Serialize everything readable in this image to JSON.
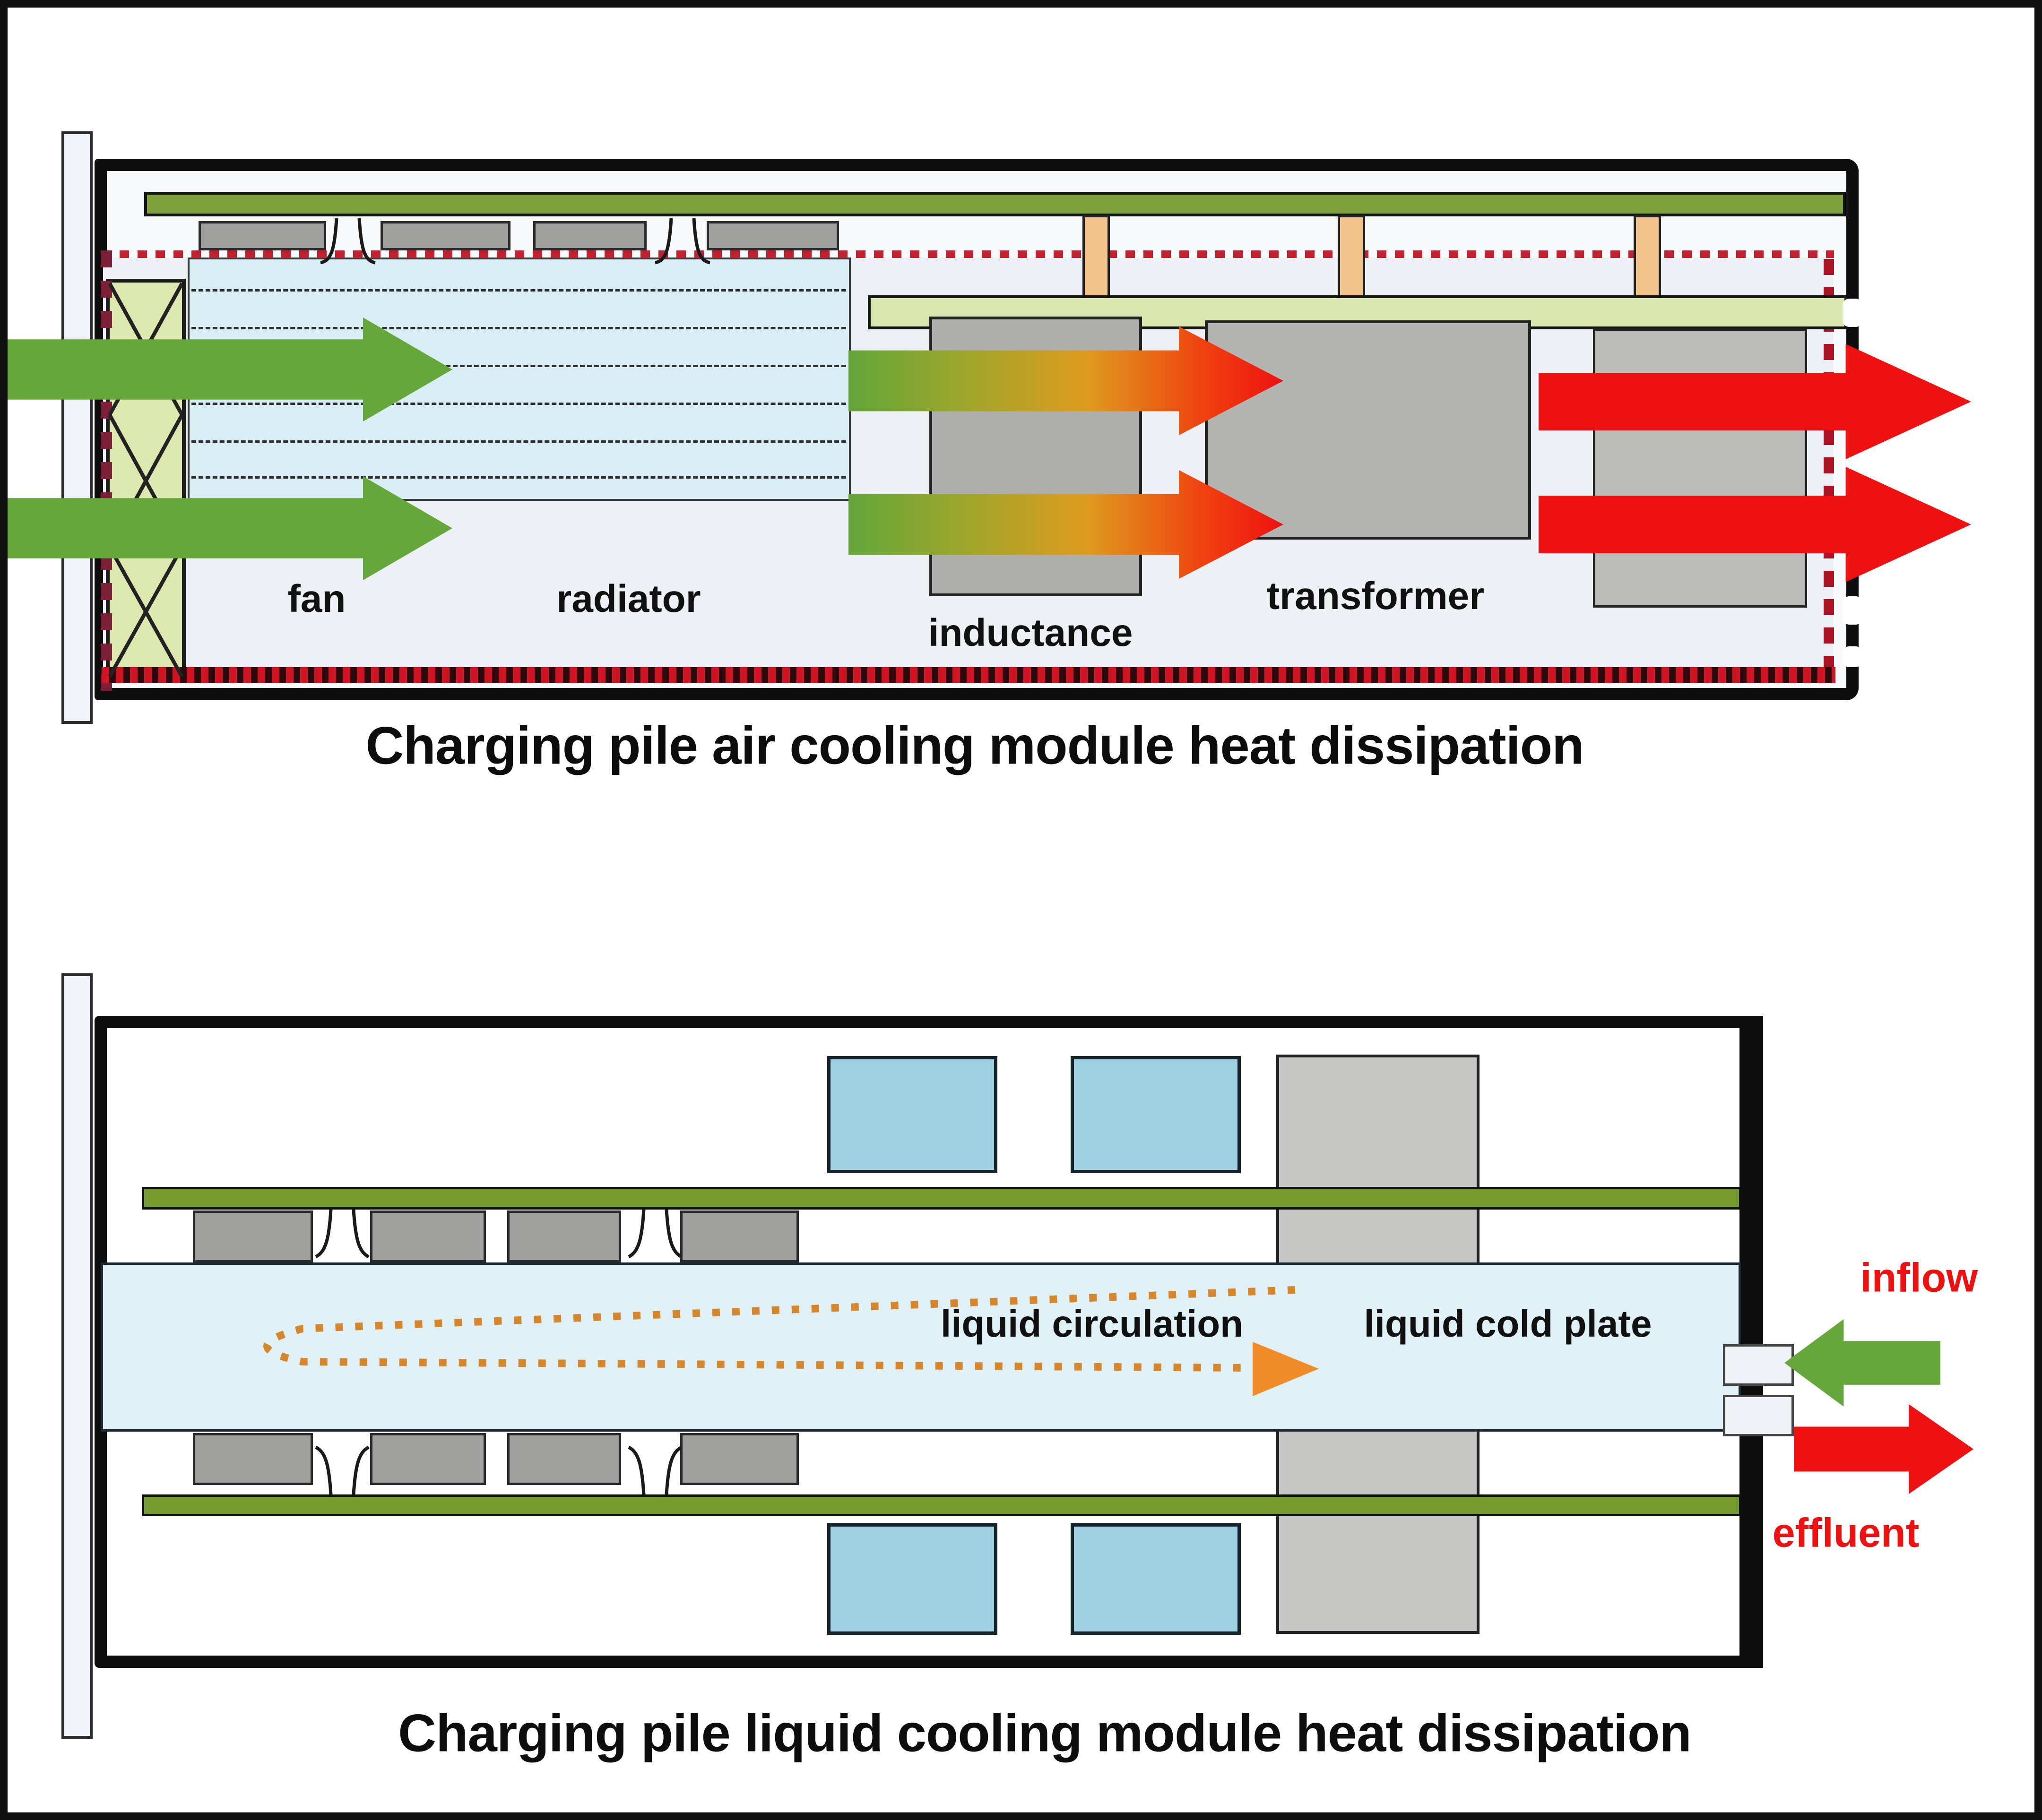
{
  "top_panel": {
    "title": "Charging pile air cooling module heat dissipation",
    "fan_label": "fan",
    "radiator_label": "radiator",
    "inductance_label": "inductance",
    "transformer_label": "transformer"
  },
  "bottom_panel": {
    "title": "Charging pile liquid cooling module heat dissipation",
    "liquid_circulation_label": "liquid circulation",
    "liquid_cold_plate_label": "liquid cold plate",
    "inflow_label": "inflow",
    "effluent_label": "effluent"
  },
  "colors": {
    "enclosure_stroke": "#0d0d0d",
    "pcb_green": "#7da23b",
    "pcb_green_dark": "#769c30",
    "pale_board": "#d9e6ae",
    "fan_fill": "#dce8b0",
    "radiator_fill": "#d9edf4",
    "liquid_fill": "#e0f0f7",
    "capacitor_blue": "#9ed1e1",
    "block_gray": "#b3b3b1",
    "chip_gray": "#a0a09e",
    "post_orange": "#f3c38e",
    "green_arrow": "#66a73c",
    "red_arrow": "#ee1111",
    "dash_red": "#c2202e",
    "dash_maroon": "#7e1f3a",
    "circulation_orange": "#d6872c",
    "label_red": "#ee1111"
  }
}
